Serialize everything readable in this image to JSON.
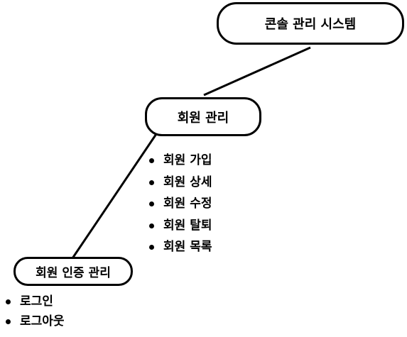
{
  "diagram": {
    "root": {
      "label": "콘솔 관리 시스템"
    },
    "member_management": {
      "label": "회원 관리",
      "items": [
        "회원 가입",
        "회원 상세",
        "회원 수정",
        "회원 탈퇴",
        "회원 목록"
      ]
    },
    "member_auth_management": {
      "label": "회원 인증 관리",
      "items": [
        "로그인",
        "로그아웃"
      ]
    }
  }
}
